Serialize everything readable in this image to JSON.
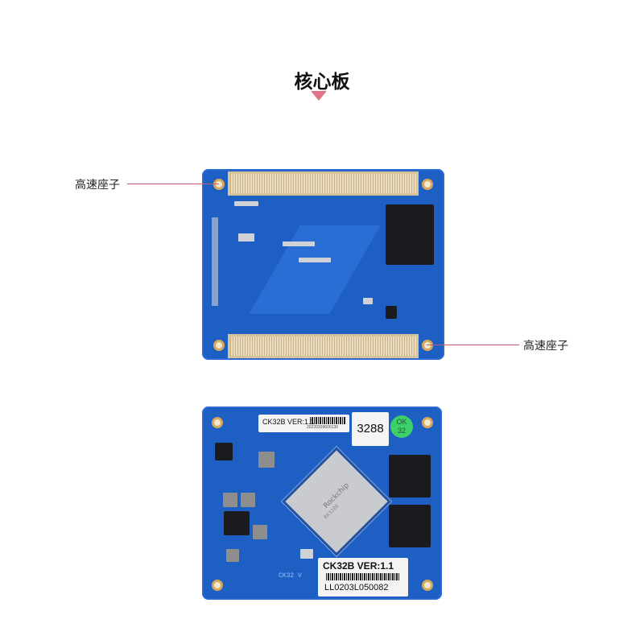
{
  "header": {
    "title": "核心板"
  },
  "callouts": {
    "left": "高速座子",
    "right": "高速座子"
  },
  "bottom_board": {
    "top_sticker_text": "CK32B  VER:1.1",
    "top_sticker_code": "20220209600130",
    "chip_model_label": "3288",
    "ok_badge": "OK\n32",
    "bottom_sticker_title": "CK32B VER:1.1",
    "bottom_sticker_serial": "LL0203L050082",
    "silk_text": "CK32  V",
    "cpu_brand": "Rockchip",
    "cpu_model": "RK3288"
  },
  "colors": {
    "board": "#1e5fc4",
    "accent": "#e07585"
  }
}
